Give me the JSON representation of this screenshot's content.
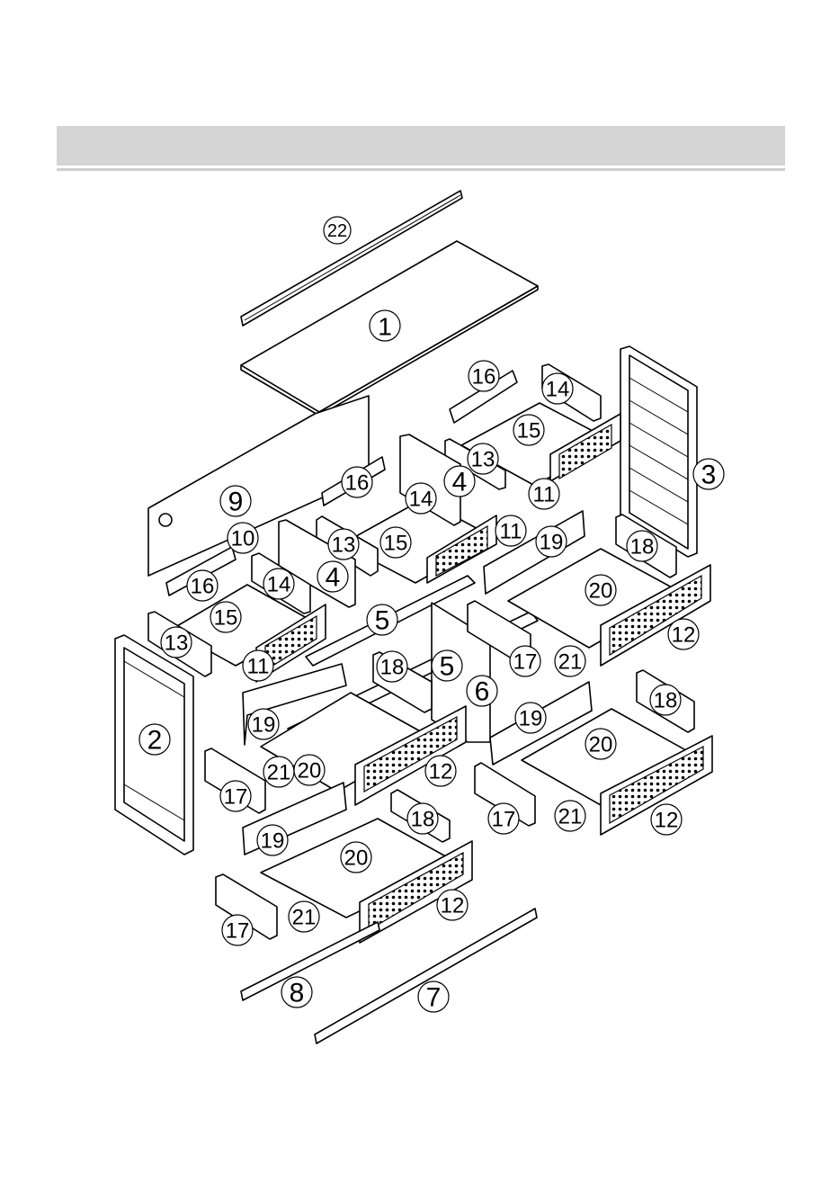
{
  "header": {
    "title": ""
  },
  "callouts": {
    "c22": "22",
    "c1": "1",
    "c16a": "16",
    "c14a": "14",
    "c3": "3",
    "c15a": "15",
    "c13a": "13",
    "c4a": "4",
    "c11a": "11",
    "c9": "9",
    "c16b": "16",
    "c14b": "14",
    "c11b": "11",
    "c19a": "19",
    "c18a": "18",
    "c10": "10",
    "c13b": "13",
    "c15b": "15",
    "c4b": "4",
    "c20a": "20",
    "c16c": "16",
    "c14c": "14",
    "c15c": "15",
    "c5a": "5",
    "c12a": "12",
    "c13c": "13",
    "c11c": "11",
    "c18b": "18",
    "c5b": "5",
    "c17a": "17",
    "c21a": "21",
    "c6": "6",
    "c18c": "18",
    "c2": "2",
    "c19b": "19",
    "c19c": "19",
    "c20b": "20",
    "c21b": "21",
    "c20c": "20",
    "c12b": "12",
    "c17b": "17",
    "c17c": "17",
    "c21c": "21",
    "c12c": "12",
    "c18d": "18",
    "c19d": "19",
    "c20d": "20",
    "c17d": "17",
    "c21d": "21",
    "c12d": "12",
    "c8": "8",
    "c7": "7"
  }
}
